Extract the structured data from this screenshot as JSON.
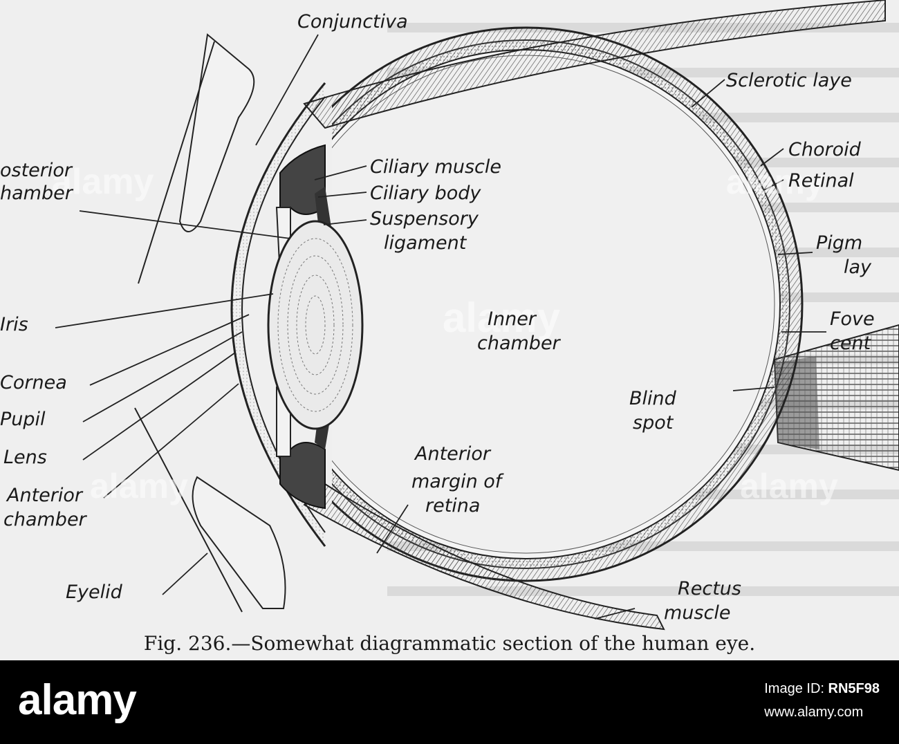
{
  "figure": {
    "caption": "Fig. 236.—Somewhat diagrammatic section of the human eye.",
    "labels": {
      "conjunctiva": "Conjunctiva",
      "sclerotic": "Sclerotic laye",
      "choroid": "Choroid",
      "retinal": "Retinal",
      "pigment1": "Pigm",
      "pigment2": "lay",
      "fovea1": "Fove",
      "fovea2": "cent",
      "posterior1": "osterior",
      "posterior2": "hamber",
      "ciliary_muscle": "Ciliary muscle",
      "ciliary_body": "Ciliary body",
      "suspensory1": "Suspensory",
      "suspensory2": "ligament",
      "iris": "Iris",
      "inner1": "Inner",
      "inner2": "chamber",
      "cornea": "Cornea",
      "pupil": "Pupil",
      "lens": "Lens",
      "blind1": "Blind",
      "blind2": "spot",
      "anterior_margin1": "Anterior",
      "anterior_margin2": "margin of",
      "anterior_margin3": "retina",
      "anterior_chamber1": "Anterior",
      "anterior_chamber2": "chamber",
      "eyelid": "Eyelid",
      "rectus1": "Rectus",
      "rectus2": "muscle"
    }
  },
  "watermark": {
    "text": "alamy"
  },
  "footer": {
    "brand": "alamy",
    "image_id_label": "Image ID:",
    "image_id": "RN5F98",
    "url": "www.alamy.com"
  }
}
